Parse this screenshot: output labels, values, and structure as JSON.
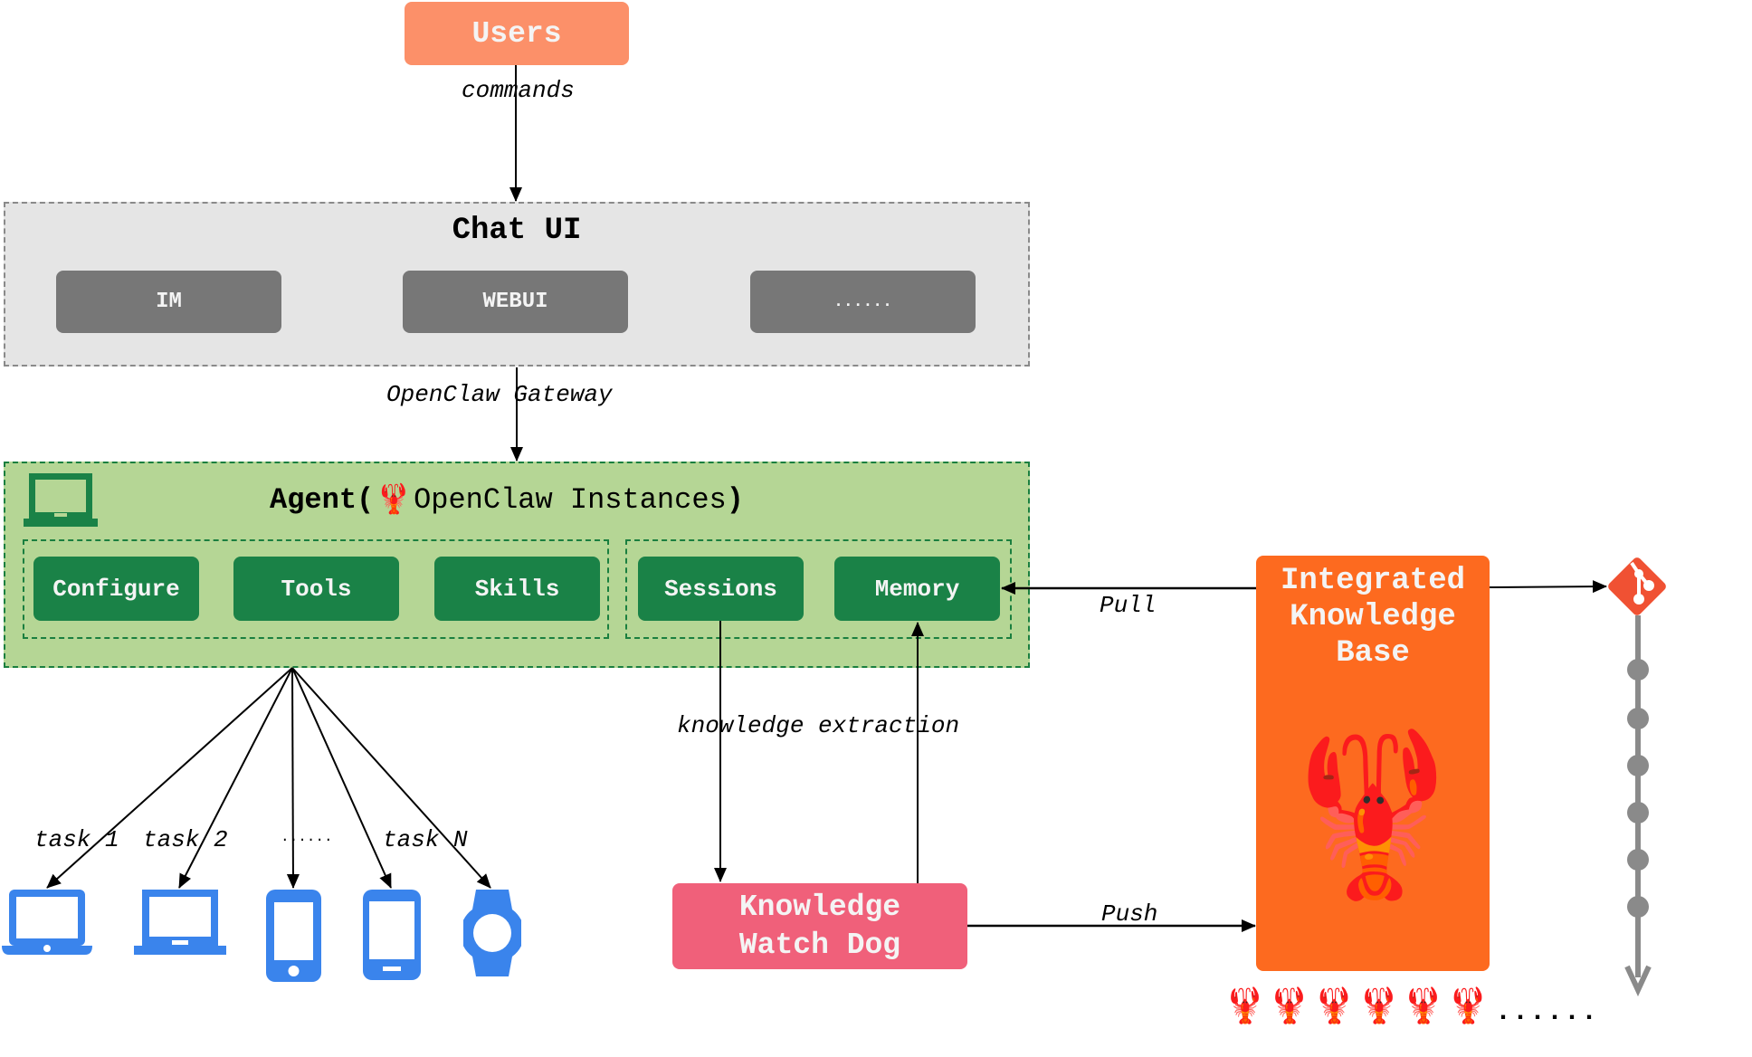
{
  "users": {
    "label": "Users",
    "edge_label": "commands"
  },
  "chat_ui": {
    "title": "Chat UI",
    "items": [
      {
        "label": "IM"
      },
      {
        "label": "WEBUI"
      },
      {
        "label": "......"
      }
    ],
    "edge_label": "OpenClaw Gateway"
  },
  "agent": {
    "title_bold": "Agent(",
    "title_emoji": "🦞",
    "title_rest": "OpenClaw Instances",
    "title_close": ")",
    "icon": "laptop-icon",
    "config_group": [
      {
        "label": "Configure"
      },
      {
        "label": "Tools"
      },
      {
        "label": "Skills"
      }
    ],
    "state_group": [
      {
        "label": "Sessions"
      },
      {
        "label": "Memory"
      }
    ]
  },
  "tasks": {
    "labels": [
      "task 1",
      "task 2",
      "......",
      "task N"
    ],
    "devices": [
      "laptop-icon",
      "laptop-icon",
      "smartphone-icon",
      "tablet-icon",
      "smartwatch-icon"
    ]
  },
  "watchdog": {
    "line1": "Knowledge",
    "line2": "Watch Dog"
  },
  "edges": {
    "knowledge_extraction": "knowledge extraction",
    "pull": "Pull",
    "push": "Push"
  },
  "knowledge_base": {
    "line1": "Integrated",
    "line2": "Knowledge",
    "line3": "Base",
    "emoji": "🦞",
    "instances": [
      "🦞",
      "🦞",
      "🦞",
      "🦞",
      "🦞",
      "🦞"
    ],
    "more": "......"
  },
  "git": {
    "icon": "git-icon",
    "commits": 6
  },
  "colors": {
    "users": "#fc9069",
    "chat_item": "#777777",
    "agent_bg": "#b5d695",
    "agent_item": "#1a8247",
    "watchdog": "#f0607a",
    "knowledge_base": "#fd6a1f",
    "git": "#f05133",
    "device": "#3a84ec",
    "timeline": "#8a8a8a"
  }
}
